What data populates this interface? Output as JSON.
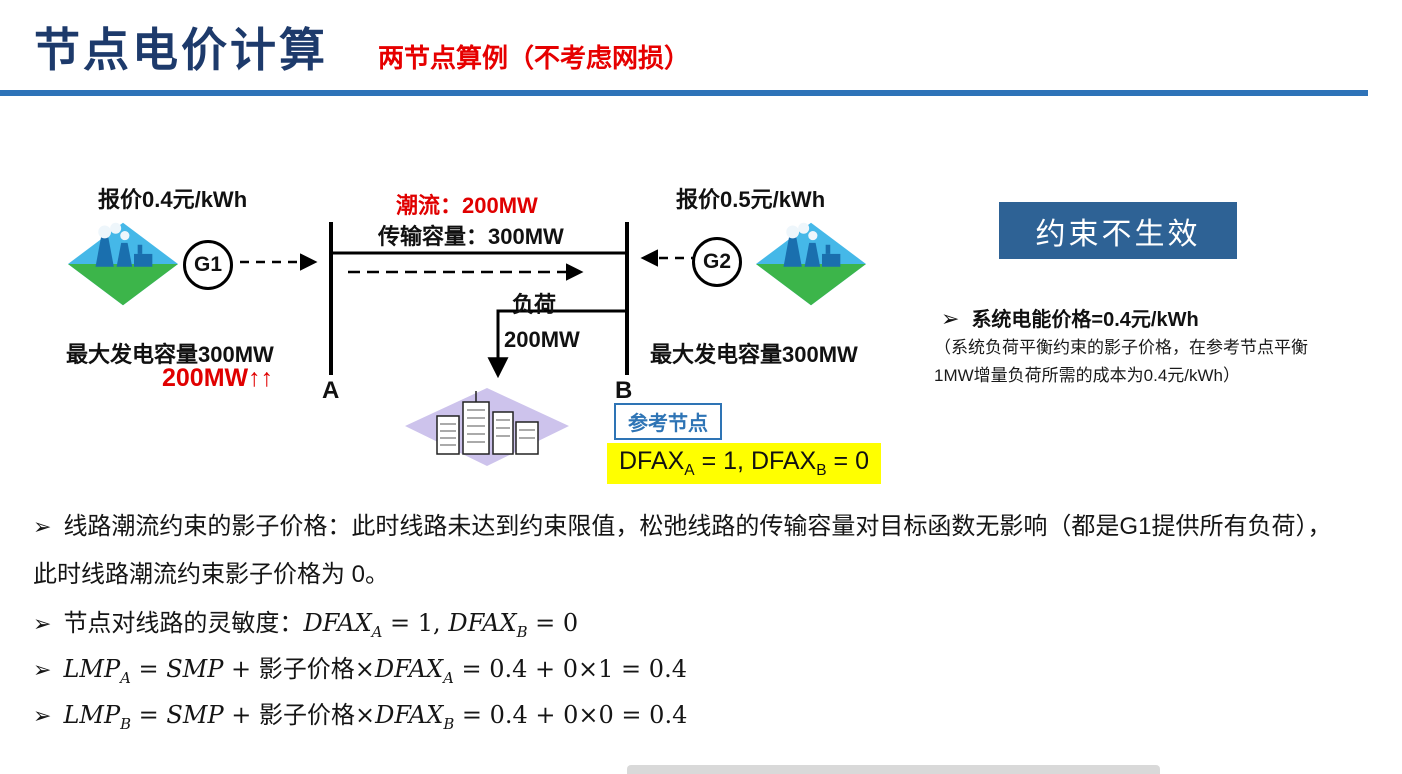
{
  "header": {
    "title": "节点电价计算",
    "subtitle": "两节点算例（不考虑网损）"
  },
  "diagram": {
    "g1": {
      "label": "G1",
      "price": "报价0.4元/kWh",
      "capacity": "最大发电容量300MW",
      "output": "200MW↑↑"
    },
    "g2": {
      "label": "G2",
      "price": "报价0.5元/kWh",
      "capacity": "最大发电容量300MW"
    },
    "line": {
      "flow": "潮流：200MW",
      "capacity": "传输容量：300MW"
    },
    "load": {
      "label": "负荷",
      "value": "200MW"
    },
    "bus_a": "A",
    "bus_b": "B",
    "reference_node": "参考节点",
    "dfax": [
      {
        "t": "DFAX",
        "sub": "A"
      },
      {
        "t": " = 1, "
      },
      {
        "t": "DFAX",
        "sub": "B"
      },
      {
        "t": " = 0"
      }
    ]
  },
  "panel": {
    "constraint_box": "约束不生效",
    "marker": "➢",
    "system_price": "系统电能价格=0.4元/kWh",
    "note": "（系统负荷平衡约束的影子价格，在参考节点平衡1MW增量负荷所需的成本为0.4元/kWh）"
  },
  "bullets": {
    "marker": "➢",
    "b1": "线路潮流约束的影子价格：此时线路未达到约束限值，松弛线路的传输容量对目标函数无影响（都是G1提供所有负荷），此时线路潮流约束影子价格为 0。",
    "b2_label": "节点对线路的灵敏度：",
    "b2_math": [
      {
        "t": "DFAX",
        "sub": "A"
      },
      {
        "t": " = 1, "
      },
      {
        "t": "DFAX",
        "sub": "B"
      },
      {
        "t": " = 0"
      }
    ],
    "b3_math": [
      {
        "t": "LMP",
        "sub": "A"
      },
      {
        "t": " = "
      },
      {
        "t": "SMP"
      },
      {
        "t": " + "
      },
      {
        "t": "影子价格"
      },
      {
        "t": "×"
      },
      {
        "t": "DFAX",
        "sub": "A"
      },
      {
        "t": " = 0.4 + 0×1 = 0.4"
      }
    ],
    "b4_math": [
      {
        "t": "LMP",
        "sub": "B"
      },
      {
        "t": " = "
      },
      {
        "t": "SMP"
      },
      {
        "t": " + "
      },
      {
        "t": "影子价格"
      },
      {
        "t": "×"
      },
      {
        "t": "DFAX",
        "sub": "B"
      },
      {
        "t": " = 0.4 + 0×0 = 0.4"
      }
    ]
  },
  "icons": {
    "g1_plant": "power-plant-icon",
    "g2_plant": "power-plant-icon",
    "city": "city-load-icon",
    "bullet": "arrowhead-bullet-icon"
  },
  "colors": {
    "title_navy": "#1d3a6b",
    "accent_red": "#e60000",
    "rule_blue": "#2e73b8",
    "constraint_box_blue": "#2e6295",
    "reference_blue": "#2e74b5",
    "highlight_yellow": "#ffff00"
  }
}
